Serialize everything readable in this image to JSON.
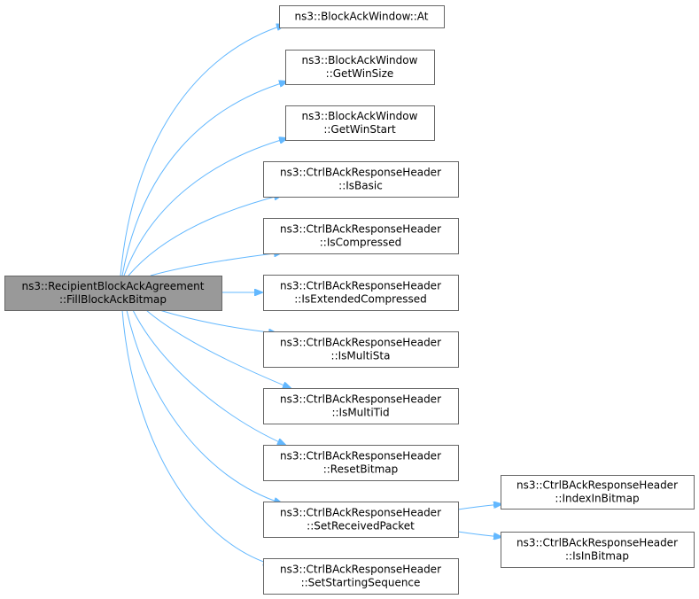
{
  "diagram": {
    "colors": {
      "edge": "#63b8ff",
      "root_fill": "#999999",
      "node_fill": "#ffffff",
      "node_border": "#666666"
    },
    "root": {
      "id": "root",
      "lines": [
        "ns3::RecipientBlockAckAgreement",
        "::FillBlockAckBitmap"
      ]
    },
    "nodes": [
      {
        "id": "n1",
        "lines": [
          "ns3::BlockAckWindow::At"
        ]
      },
      {
        "id": "n2",
        "lines": [
          "ns3::BlockAckWindow",
          "::GetWinSize"
        ]
      },
      {
        "id": "n3",
        "lines": [
          "ns3::BlockAckWindow",
          "::GetWinStart"
        ]
      },
      {
        "id": "n4",
        "lines": [
          "ns3::CtrlBAckResponseHeader",
          "::IsBasic"
        ]
      },
      {
        "id": "n5",
        "lines": [
          "ns3::CtrlBAckResponseHeader",
          "::IsCompressed"
        ]
      },
      {
        "id": "n6",
        "lines": [
          "ns3::CtrlBAckResponseHeader",
          "::IsExtendedCompressed"
        ]
      },
      {
        "id": "n7",
        "lines": [
          "ns3::CtrlBAckResponseHeader",
          "::IsMultiSta"
        ]
      },
      {
        "id": "n8",
        "lines": [
          "ns3::CtrlBAckResponseHeader",
          "::IsMultiTid"
        ]
      },
      {
        "id": "n9",
        "lines": [
          "ns3::CtrlBAckResponseHeader",
          "::ResetBitmap"
        ]
      },
      {
        "id": "n10",
        "lines": [
          "ns3::CtrlBAckResponseHeader",
          "::SetReceivedPacket"
        ]
      },
      {
        "id": "n11",
        "lines": [
          "ns3::CtrlBAckResponseHeader",
          "::SetStartingSequence"
        ]
      },
      {
        "id": "n12",
        "lines": [
          "ns3::CtrlBAckResponseHeader",
          "::IndexInBitmap"
        ]
      },
      {
        "id": "n13",
        "lines": [
          "ns3::CtrlBAckResponseHeader",
          "::IsInBitmap"
        ]
      }
    ],
    "edges": [
      {
        "from": "root",
        "to": "n1"
      },
      {
        "from": "root",
        "to": "n2"
      },
      {
        "from": "root",
        "to": "n3"
      },
      {
        "from": "root",
        "to": "n4"
      },
      {
        "from": "root",
        "to": "n5"
      },
      {
        "from": "root",
        "to": "n6"
      },
      {
        "from": "root",
        "to": "n7"
      },
      {
        "from": "root",
        "to": "n8"
      },
      {
        "from": "root",
        "to": "n9"
      },
      {
        "from": "root",
        "to": "n10"
      },
      {
        "from": "root",
        "to": "n11"
      },
      {
        "from": "n10",
        "to": "n12"
      },
      {
        "from": "n10",
        "to": "n13"
      }
    ]
  }
}
